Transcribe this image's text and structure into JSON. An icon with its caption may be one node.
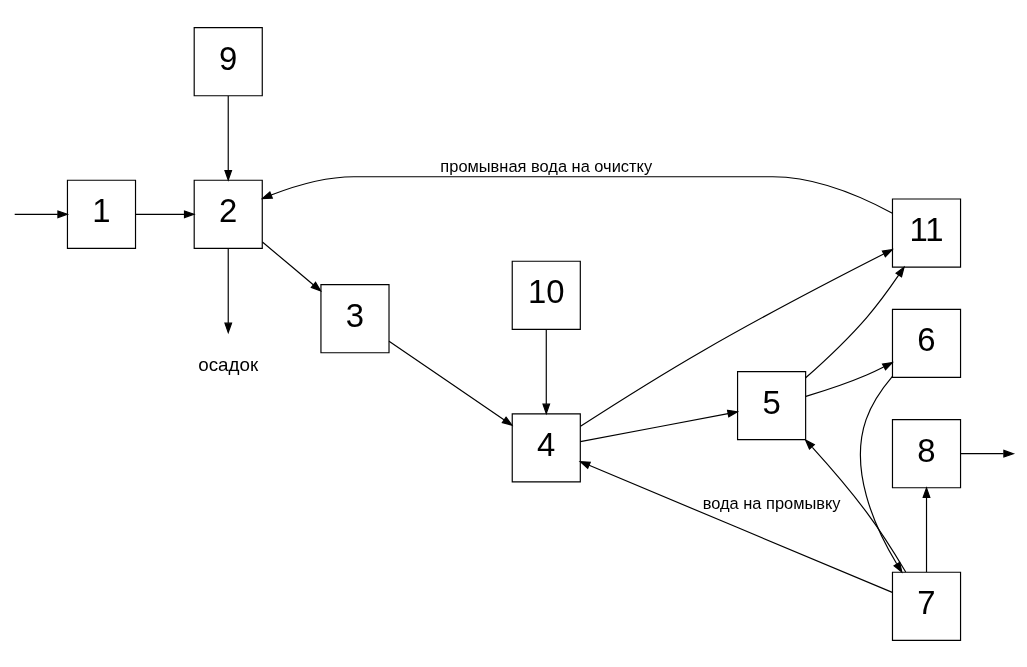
{
  "diagram": {
    "nodes": [
      {
        "text": [
          "1"
        ]
      },
      {
        "text": [
          "2"
        ]
      },
      {
        "text": [
          "3"
        ]
      },
      {
        "text": [
          "4"
        ]
      },
      {
        "text": [
          "5"
        ]
      },
      {
        "text": [
          "6"
        ]
      },
      {
        "text": [
          "7"
        ]
      },
      {
        "text": [
          "8"
        ]
      },
      {
        "text": [
          "9"
        ]
      },
      {
        "text": [
          "10"
        ]
      },
      {
        "text": [
          "11"
        ]
      },
      {
        "text": [
          "осадок"
        ]
      }
    ],
    "edges": [
      {
        "from": null,
        "to": 0,
        "arrow": "to"
      },
      {
        "from": 0,
        "to": 1,
        "arrow": "to"
      },
      {
        "from": 8,
        "to": 1,
        "arrow": "to"
      },
      {
        "from": 10,
        "to": 1,
        "arrow": "to",
        "label": "промывная вода на очистку"
      },
      {
        "from": 1,
        "to": 2,
        "arrow": "to"
      },
      {
        "from": 1,
        "to": 11,
        "arrow": "to"
      },
      {
        "from": 2,
        "to": 3,
        "arrow": "to"
      },
      {
        "from": 9,
        "to": 3,
        "arrow": "to"
      },
      {
        "from": 3,
        "to": 4,
        "arrow": "to"
      },
      {
        "from": 3,
        "to": 10,
        "arrow": "to"
      },
      {
        "from": 4,
        "to": 10,
        "arrow": "to"
      },
      {
        "from": 4,
        "to": 5,
        "arrow": "to"
      },
      {
        "from": 5,
        "to": 6,
        "arrow": "to"
      },
      {
        "from": 6,
        "to": 3,
        "arrow": "to",
        "label": "вода на промывку"
      },
      {
        "from": 6,
        "to": 4,
        "arrow": "to"
      },
      {
        "from": 6,
        "to": 7,
        "arrow": "to"
      },
      {
        "from": 7,
        "to": null,
        "arrow": "to"
      }
    ]
  }
}
